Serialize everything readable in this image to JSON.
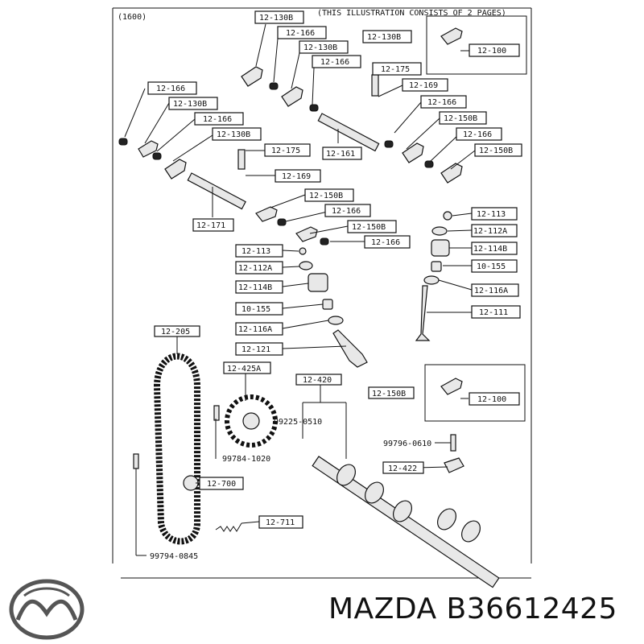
{
  "header": {
    "engine": "(1600)",
    "note": "(THIS ILLUSTRATION CONSISTS OF 2 PAGES)"
  },
  "callouts": {
    "c1": "12-130B",
    "c2": "12-166",
    "c3": "12-130B",
    "c4": "12-166",
    "c5": "12-130B",
    "c6": "12-100",
    "c7": "12-175",
    "c8": "12-166",
    "c9": "12-130B",
    "c10": "12-166",
    "c11": "12-130B",
    "c12": "12-169",
    "c13": "12-166",
    "c14": "12-150B",
    "c15": "12-166",
    "c16": "12-150B",
    "c17": "12-175",
    "c18": "12-161",
    "c19": "12-169",
    "c20": "12-150B",
    "c21": "12-171",
    "c22": "12-166",
    "c23": "12-150B",
    "c24": "12-166",
    "c25": "12-113",
    "c26": "12-112A",
    "c27": "12-114B",
    "c28": "10-155",
    "c29": "12-116A",
    "c30": "12-111",
    "c31": "12-113",
    "c32": "12-112A",
    "c33": "12-114B",
    "c34": "10-155",
    "c35": "12-116A",
    "c36": "12-121",
    "c37": "12-205",
    "c38": "12-425A",
    "c39": "12-420",
    "c40": "99225-0510",
    "c41": "12-150B",
    "c42": "12-100",
    "c43": "99796-0610",
    "c44": "99784-1020",
    "c45": "12-422",
    "c46": "12-700",
    "c47": "12-711",
    "c48": "99794-0845"
  },
  "brand": {
    "name": "MAZDA B36612425",
    "logo_icon": "mazda-logo-icon"
  }
}
